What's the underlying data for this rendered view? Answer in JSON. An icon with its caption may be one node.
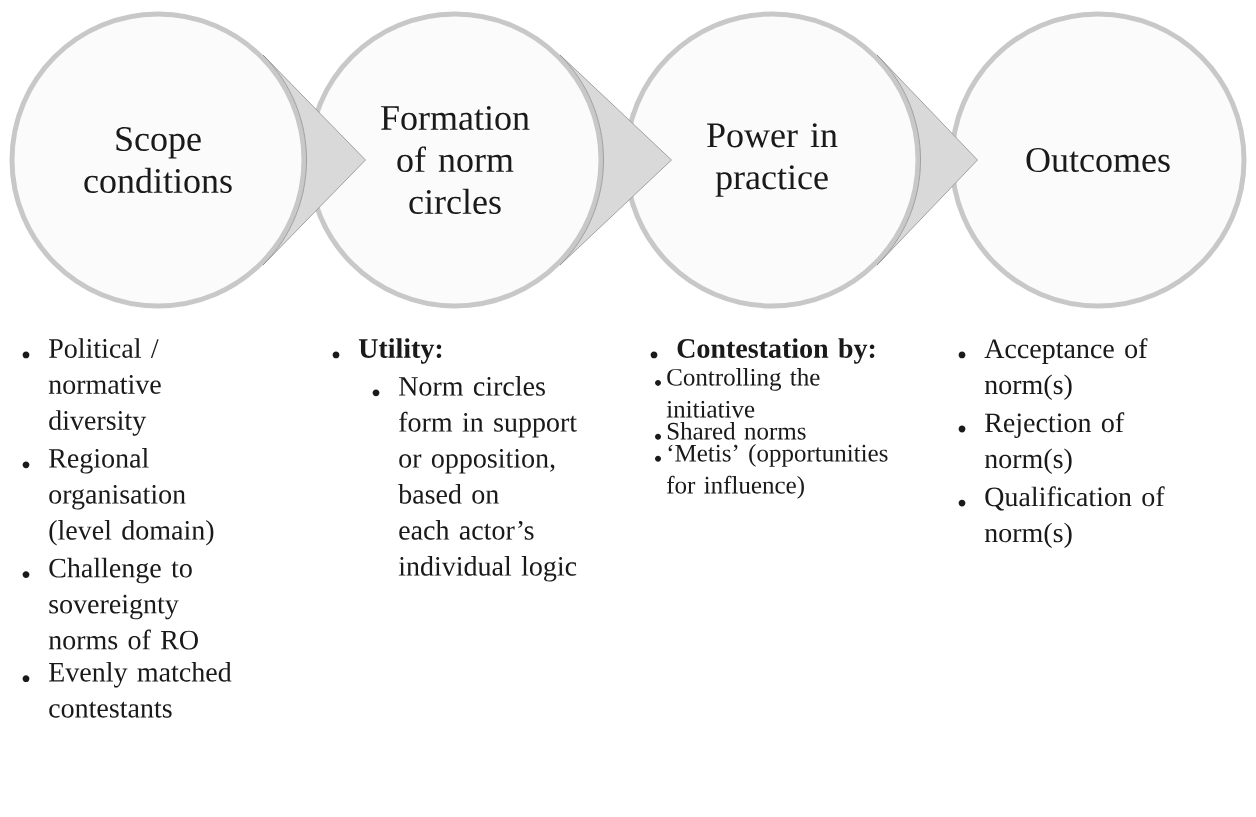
{
  "diagram": {
    "nodes": [
      {
        "text": [
          "Scope conditions"
        ],
        "beside": [
          "Political / normative diversity",
          "Regional organisation (level domain)",
          "Challenge to sovereignty norms of RO",
          "Evenly matched contestants"
        ]
      },
      {
        "text": [
          "Formation of norm circles"
        ],
        "beside": [
          "Utility:",
          "Norm circles form in support or opposition, based on each actor’s individual logic"
        ]
      },
      {
        "text": [
          "Power in practice"
        ],
        "beside": [
          "Contestation by:",
          "Controlling the initiative",
          "Shared norms",
          "‘Metis’ (opportunities for influence)"
        ]
      },
      {
        "text": [
          "Outcomes"
        ],
        "beside": [
          "Acceptance of norm(s)",
          "Rejection of norm(s)",
          "Qualification of norm(s)"
        ]
      }
    ],
    "edges": [
      {
        "from": 0,
        "to": 1,
        "arrow": "to"
      },
      {
        "from": 1,
        "to": 2,
        "arrow": "to"
      },
      {
        "from": 2,
        "to": 3,
        "arrow": "to"
      }
    ]
  }
}
